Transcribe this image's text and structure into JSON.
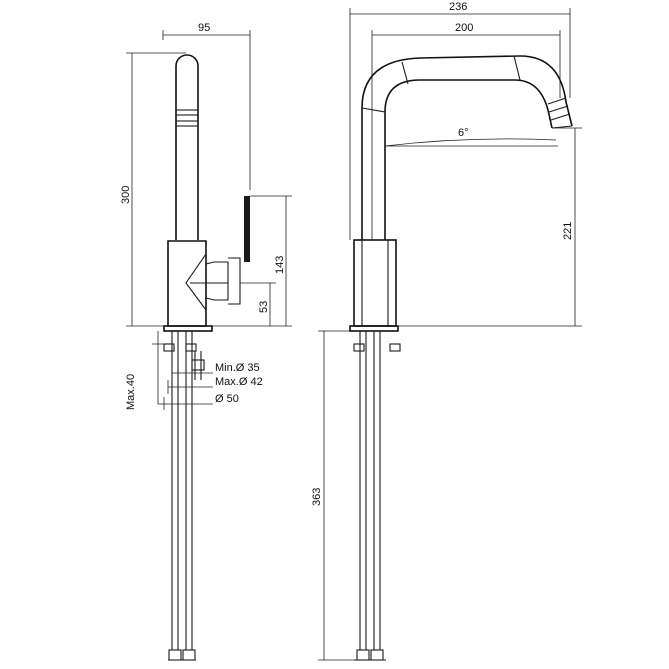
{
  "side_view": {
    "dimensions": {
      "width_top": "95",
      "height_total": "300",
      "lever_height": "143",
      "body_height": "53",
      "max_deck": "Max.40",
      "min_hole": "Min.Ø 35",
      "max_hole": "Max.Ø 42",
      "base_diameter": "Ø 50"
    }
  },
  "front_view": {
    "dimensions": {
      "overall_width": "236",
      "spout_reach": "200",
      "tilt_angle": "6°",
      "spout_height": "221",
      "hose_length": "363"
    }
  }
}
